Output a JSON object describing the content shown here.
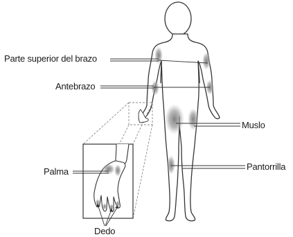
{
  "labels": {
    "upper_arm": "Parte superior del brazo",
    "forearm": "Antebrazo",
    "thigh": "Muslo",
    "calf": "Pantorrilla",
    "palm": "Palma",
    "finger": "Dedo"
  },
  "colors": {
    "outline": "#333333",
    "site_shade": "#8c8c8c",
    "zoom_dash": "#8a8a8a"
  }
}
